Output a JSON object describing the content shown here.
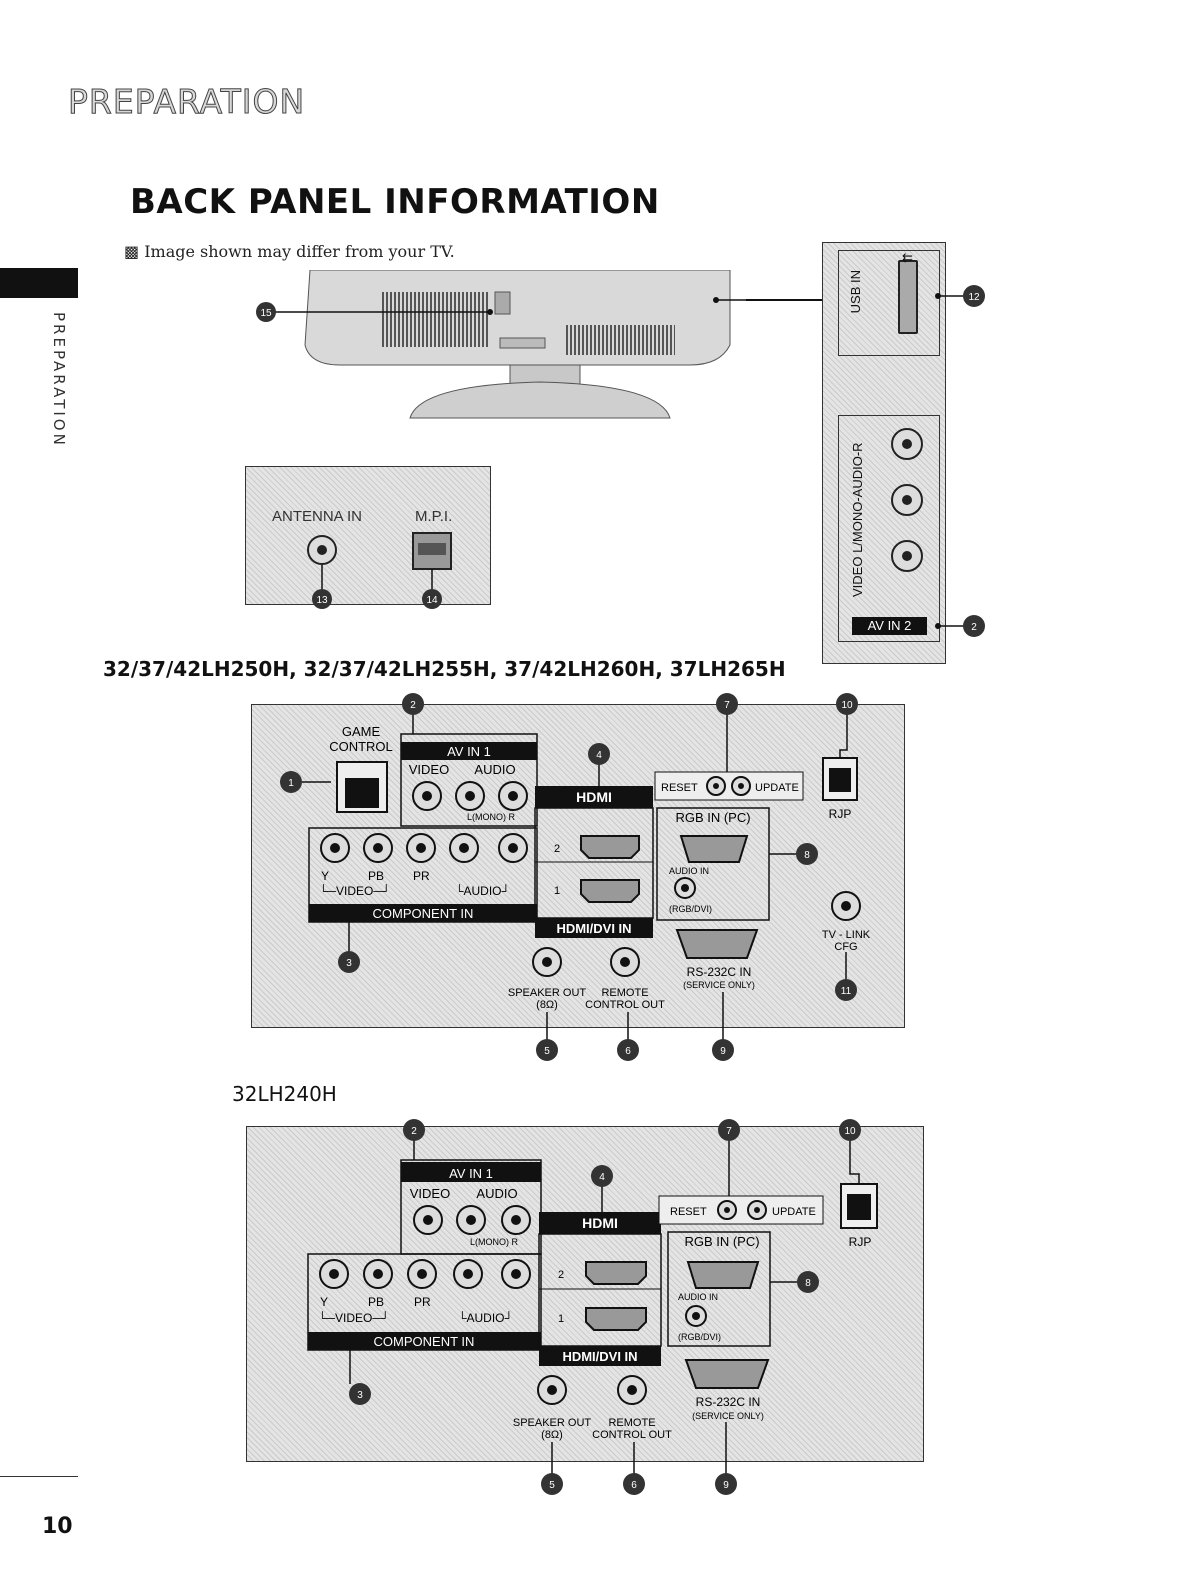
{
  "header": {
    "section": "PREPARATION",
    "title": "BACK PANEL INFORMATION",
    "note": "Image shown may differ from your TV.",
    "side_label": "PREPARATION"
  },
  "models": {
    "first": "32/37/42LH250H, 32/37/42LH255H, 37/42LH260H, 37LH265H",
    "second": "32LH240H"
  },
  "small_panel": {
    "antenna": "ANTENNA IN",
    "mpi": "M.P.I."
  },
  "side_panel": {
    "usb": "USB IN",
    "av_in_2": "AV IN 2",
    "vertical_label": "VIDEO L/MONO-AUDIO-R"
  },
  "labels": {
    "game_control": [
      "GAME",
      "CONTROL"
    ],
    "av_in_1": "AV IN 1",
    "video": "VIDEO",
    "audio": "AUDIO",
    "lmono_r": "L(MONO)  R",
    "component_in": "COMPONENT IN",
    "component_sub": [
      "Y",
      "PB",
      "PR"
    ],
    "video_bracket": "└─VIDEO─┘",
    "audio_bracket": "└AUDIO┘",
    "hdmi": "HDMI",
    "hdmi_dvi": "HDMI/DVI IN",
    "hdmi_1": "1",
    "hdmi_2": "2",
    "reset": "RESET",
    "update": "UPDATE",
    "rgb_in": "RGB IN (PC)",
    "audio_in": "AUDIO IN",
    "rgb_dvi": "(RGB/DVI)",
    "rs232": "RS-232C IN",
    "service_only": "(SERVICE ONLY)",
    "rjp": "RJP",
    "tv_link": [
      "TV - LINK",
      "CFG"
    ],
    "speaker_out": [
      "SPEAKER OUT",
      "(8Ω)"
    ],
    "remote": [
      "REMOTE",
      "CONTROL OUT"
    ]
  },
  "callouts": {
    "n1": "1",
    "n2": "2",
    "n3": "3",
    "n4": "4",
    "n5": "5",
    "n6": "6",
    "n7": "7",
    "n8": "8",
    "n9": "9",
    "n10": "10",
    "n11": "11",
    "n12": "12",
    "n13": "13",
    "n14": "14",
    "n15": "15"
  },
  "footer": {
    "page_number": "10"
  }
}
